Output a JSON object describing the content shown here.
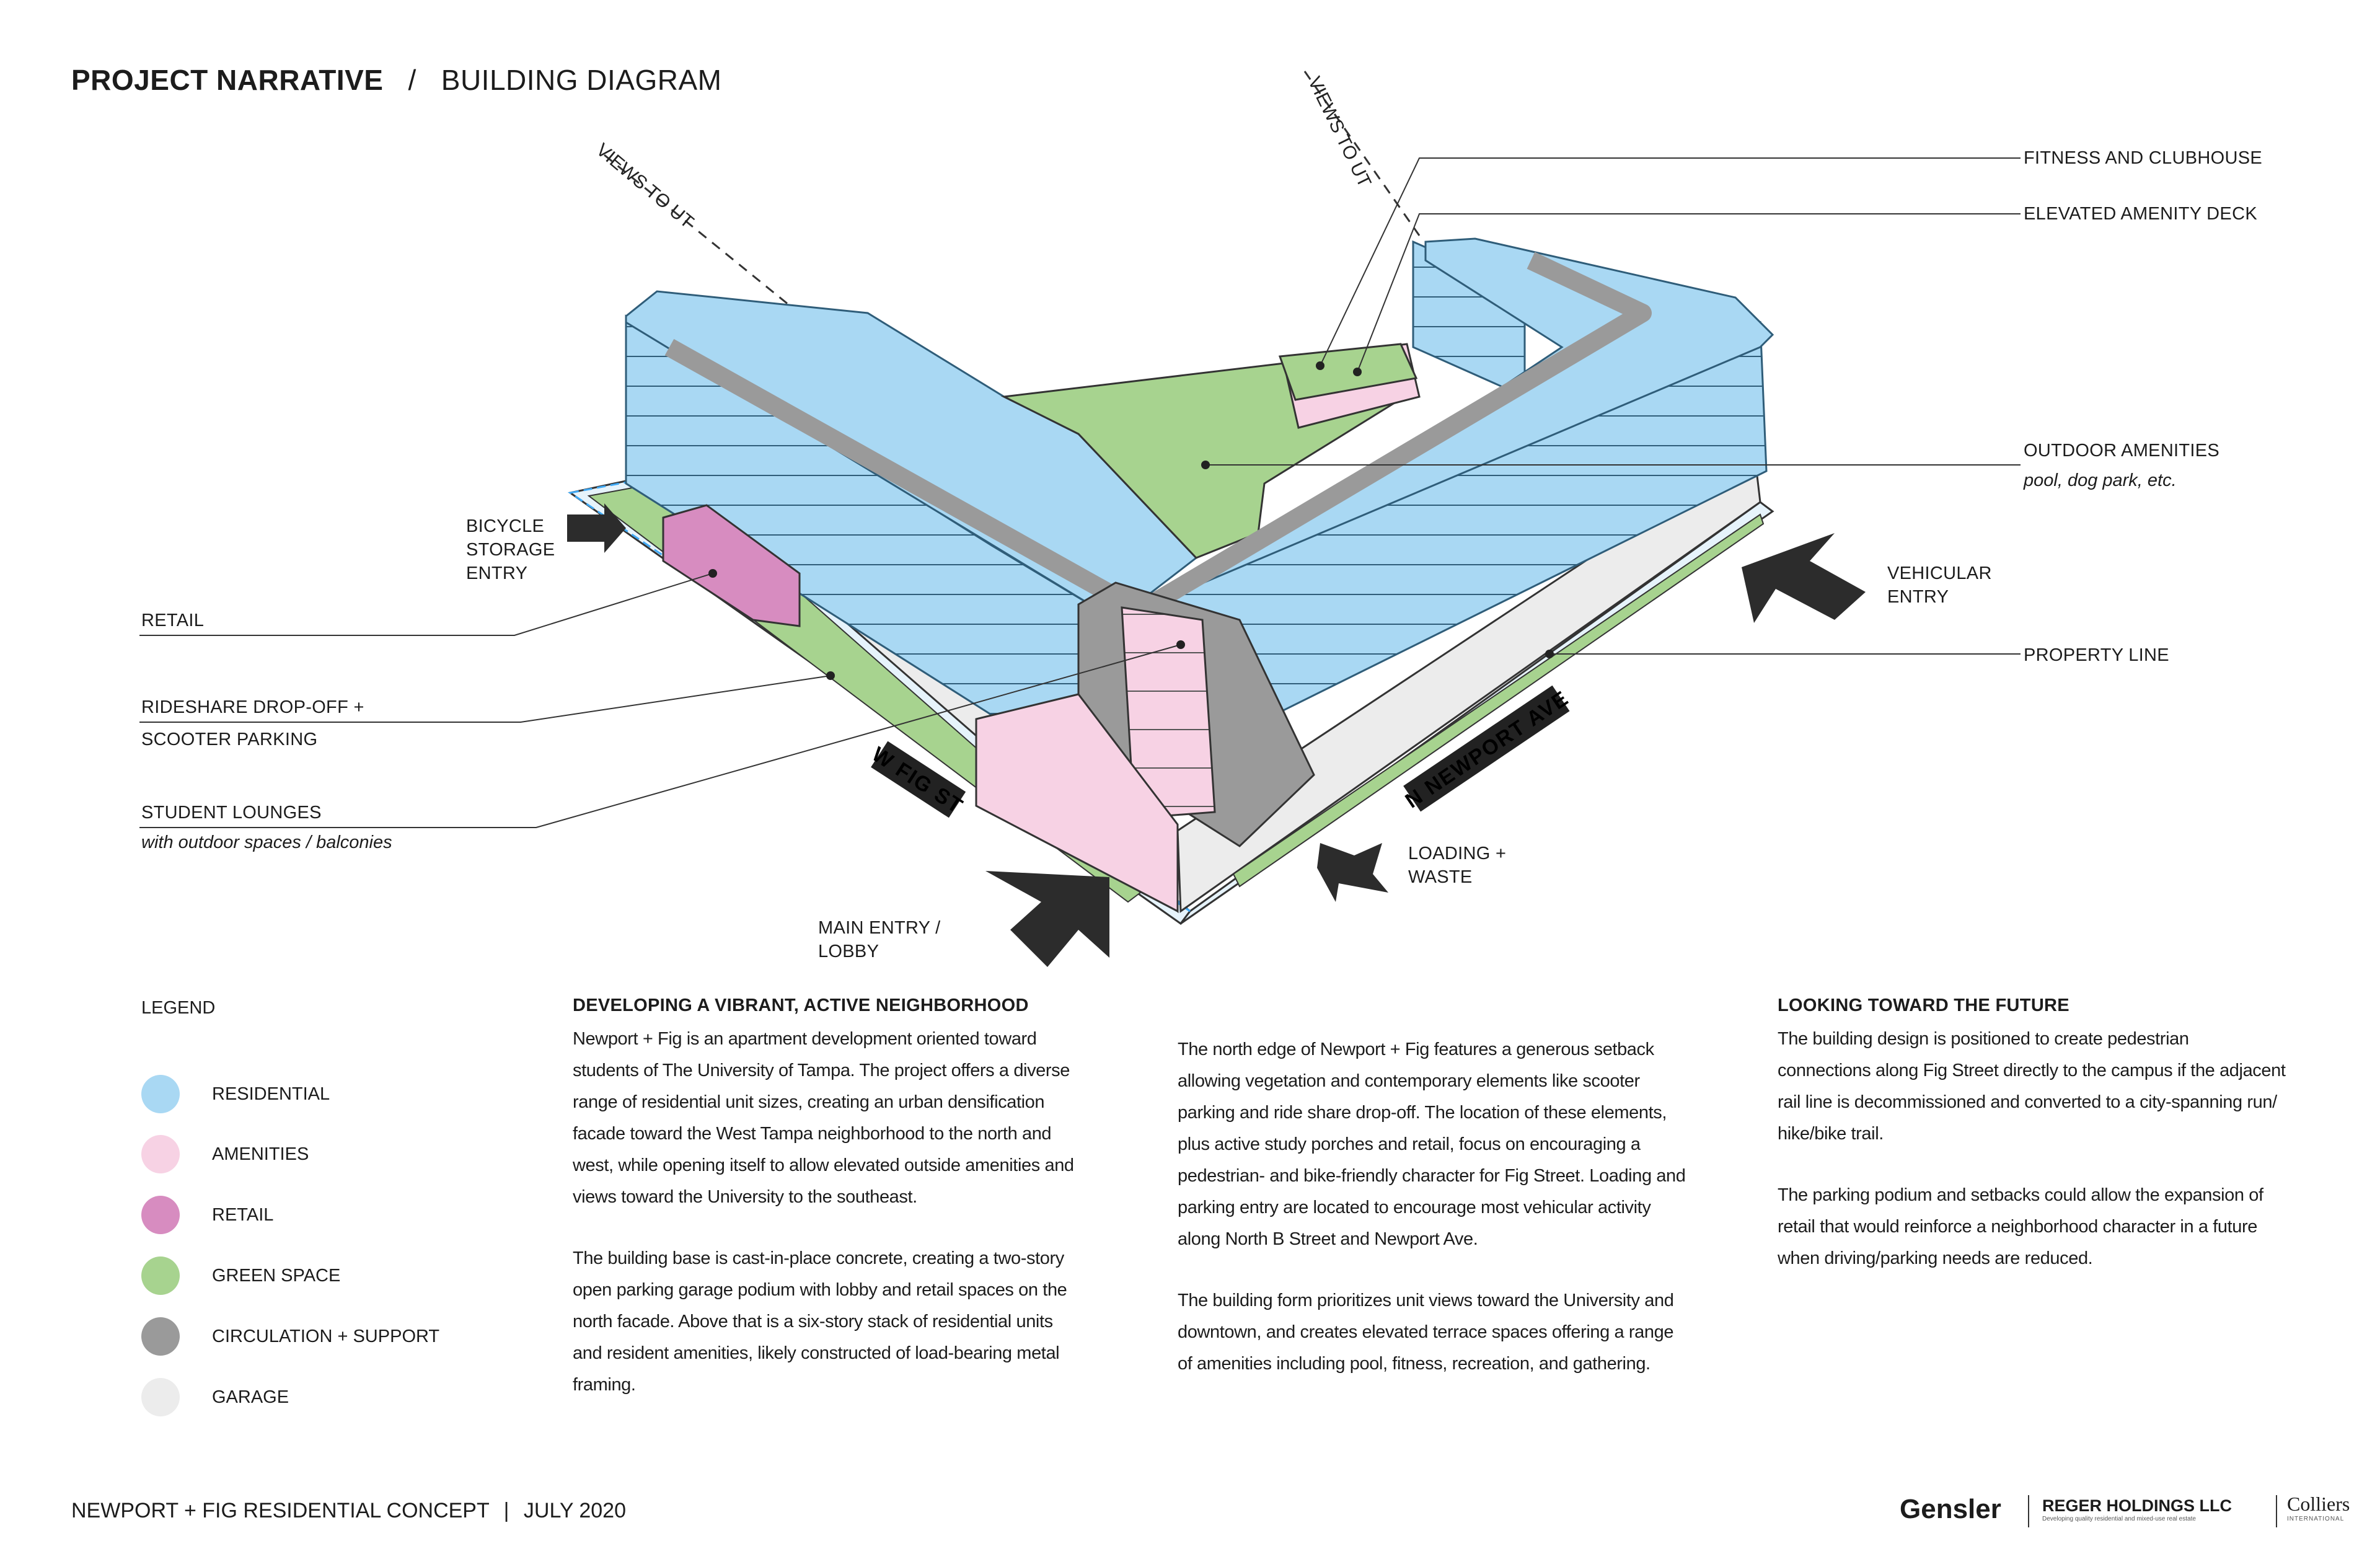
{
  "header": {
    "title": "PROJECT NARRATIVE",
    "separator": "/",
    "subtitle": "BUILDING DIAGRAM"
  },
  "diagram": {
    "views_left": "VIEWS TO UT",
    "views_right": "VIEWS TO UT",
    "streets": {
      "fig": "W FIG ST",
      "newport": "N NEWPORT AVE"
    },
    "callouts": {
      "fitness": "FITNESS AND CLUBHOUSE",
      "deck": "ELEVATED AMENITY DECK",
      "outdoor": "OUTDOOR AMENITIES",
      "outdoor_sub": "pool, dog park, etc.",
      "vehicular_1": "VEHICULAR",
      "vehicular_2": "ENTRY",
      "property": "PROPERTY LINE",
      "bicycle_1": "BICYCLE",
      "bicycle_2": "STORAGE",
      "bicycle_3": "ENTRY",
      "retail": "RETAIL",
      "rideshare_1": "RIDESHARE DROP-OFF +",
      "rideshare_2": "SCOOTER PARKING",
      "lounges": "STUDENT LOUNGES",
      "lounges_sub": "with outdoor spaces / balconies",
      "main_1": "MAIN  ENTRY  /",
      "main_2": "LOBBY",
      "loading_1": "LOADING +",
      "loading_2": "WASTE"
    }
  },
  "colors": {
    "residential": "#a9d8f3",
    "amenities": "#f7d2e4",
    "retail": "#d78cc0",
    "green": "#a7d38f",
    "circulation": "#9a9a9a",
    "garage": "#ececec",
    "arrow": "#2c2c2c"
  },
  "legend": {
    "title": "LEGEND",
    "items": [
      {
        "label": "RESIDENTIAL",
        "color": "#a9d8f3"
      },
      {
        "label": "AMENITIES",
        "color": "#f7d2e4"
      },
      {
        "label": "RETAIL",
        "color": "#d78cc0"
      },
      {
        "label": "GREEN SPACE",
        "color": "#a7d38f"
      },
      {
        "label": "CIRCULATION + SUPPORT",
        "color": "#9a9a9a"
      },
      {
        "label": "GARAGE",
        "color": "#ececec"
      }
    ]
  },
  "columns": {
    "c1_heading": "DEVELOPING A VIBRANT, ACTIVE NEIGHBORHOOD",
    "c1_p1": "Newport + Fig is an apartment development oriented toward\nstudents of The University of Tampa.  The project offers a diverse\nrange of residential unit sizes, creating an urban densification\nfacade toward the West Tampa neighborhood to the north and\nwest, while opening itself to allow elevated outside amenities and\nviews toward the University to the southeast.",
    "c1_p2": "The building base is cast-in-place concrete, creating a two-story\nopen parking garage podium with lobby and retail spaces on the\nnorth facade.  Above that is a six-story stack of residential units\nand resident amenities, likely constructed of load-bearing metal\nframing.",
    "c2_p1": "The north edge of Newport + Fig features a generous setback\nallowing vegetation and contemporary elements like scooter\nparking and ride share drop-off.  The location of these elements,\nplus active study porches and retail, focus on encouraging a\npedestrian- and bike-friendly character for Fig Street.  Loading and\nparking entry are located to encourage most vehicular activity\nalong North B Street and Newport Ave.",
    "c2_p2": "The building form prioritizes unit views toward the University and\ndowntown, and creates elevated terrace spaces offering a range\nof amenities including pool, fitness, recreation, and gathering.",
    "c3_heading": "LOOKING TOWARD THE FUTURE",
    "c3_p1": "The building design is positioned to create pedestrian\nconnections along Fig Street directly to the campus if the adjacent\nrail line is decommissioned and converted to a city-spanning run/\nhike/bike trail.",
    "c3_p2": "The parking podium and setbacks could allow the expansion of\nretail that would reinforce a neighborhood character in a future\nwhen driving/parking needs are reduced."
  },
  "footer": {
    "project": "NEWPORT + FIG RESIDENTIAL CONCEPT",
    "divider": "|",
    "date": "JULY 2020",
    "logo_gensler": "Gensler",
    "logo_reger": "REGER HOLDINGS LLC",
    "logo_reger_sub": "Developing quality residential and mixed-use real estate",
    "logo_colliers": "Colliers",
    "logo_colliers_sub": "INTERNATIONAL"
  }
}
